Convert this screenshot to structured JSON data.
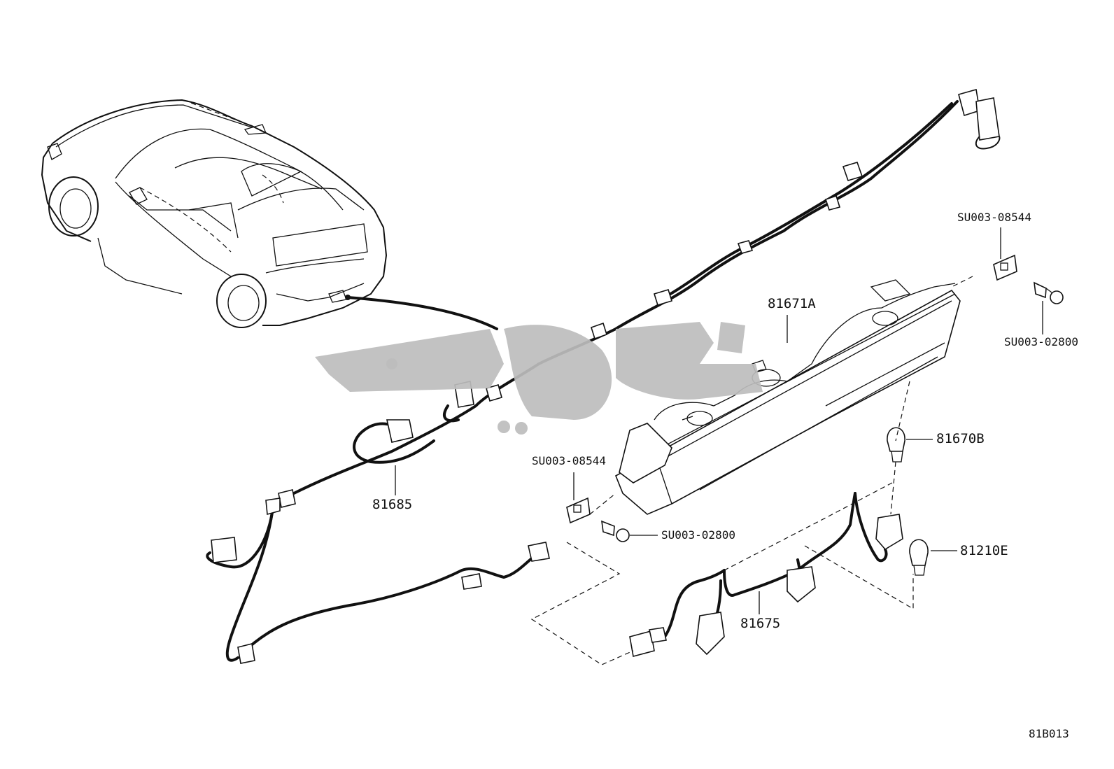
{
  "diagram_code": "81B013",
  "part_labels": {
    "lamp_assembly": "81671A",
    "bulb_upper": "81670B",
    "bulb_lower": "81210E",
    "wire_main": "81685",
    "wire_socket": "81675",
    "nut_clip_right": "SU003-08544",
    "bolt_right": "SU003-02800",
    "nut_clip_left": "SU003-08544",
    "bolt_left": "SU003-02800"
  },
  "colors": {
    "line": "#111111",
    "watermark": "#bdbdbd",
    "background": "#ffffff"
  }
}
